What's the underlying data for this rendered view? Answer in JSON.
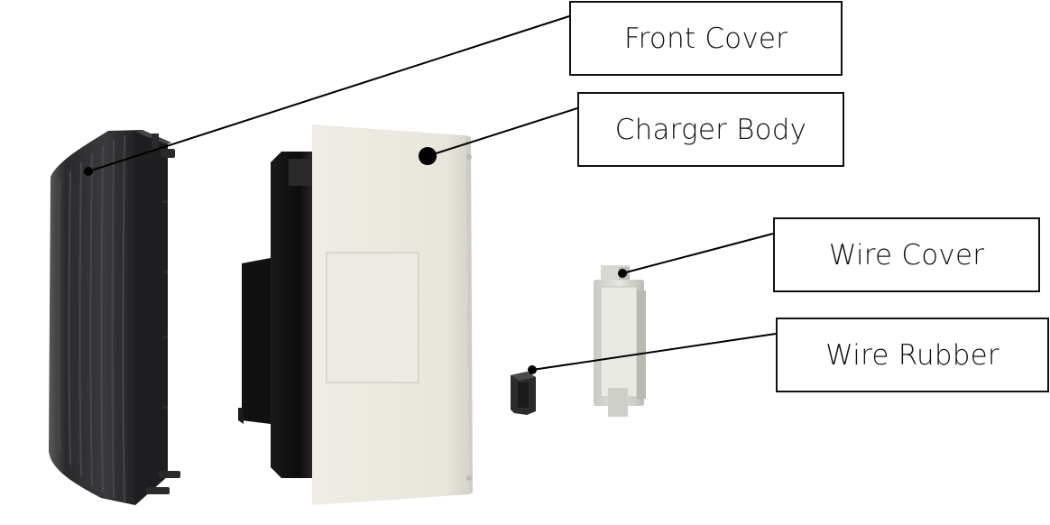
{
  "labels": {
    "front_cover": "Front Cover",
    "charger_body": "Charger Body",
    "wire_cover": "Wire Cover",
    "wire_rubber": "Wire Rubber"
  },
  "colors": {
    "front_cover_plastic": "#2c2c2e",
    "charger_body_shell": "#e9e7dd",
    "charger_inner_black": "#141414",
    "wire_cover_plastic": "#dcdcd6",
    "leader_line": "#000000"
  }
}
